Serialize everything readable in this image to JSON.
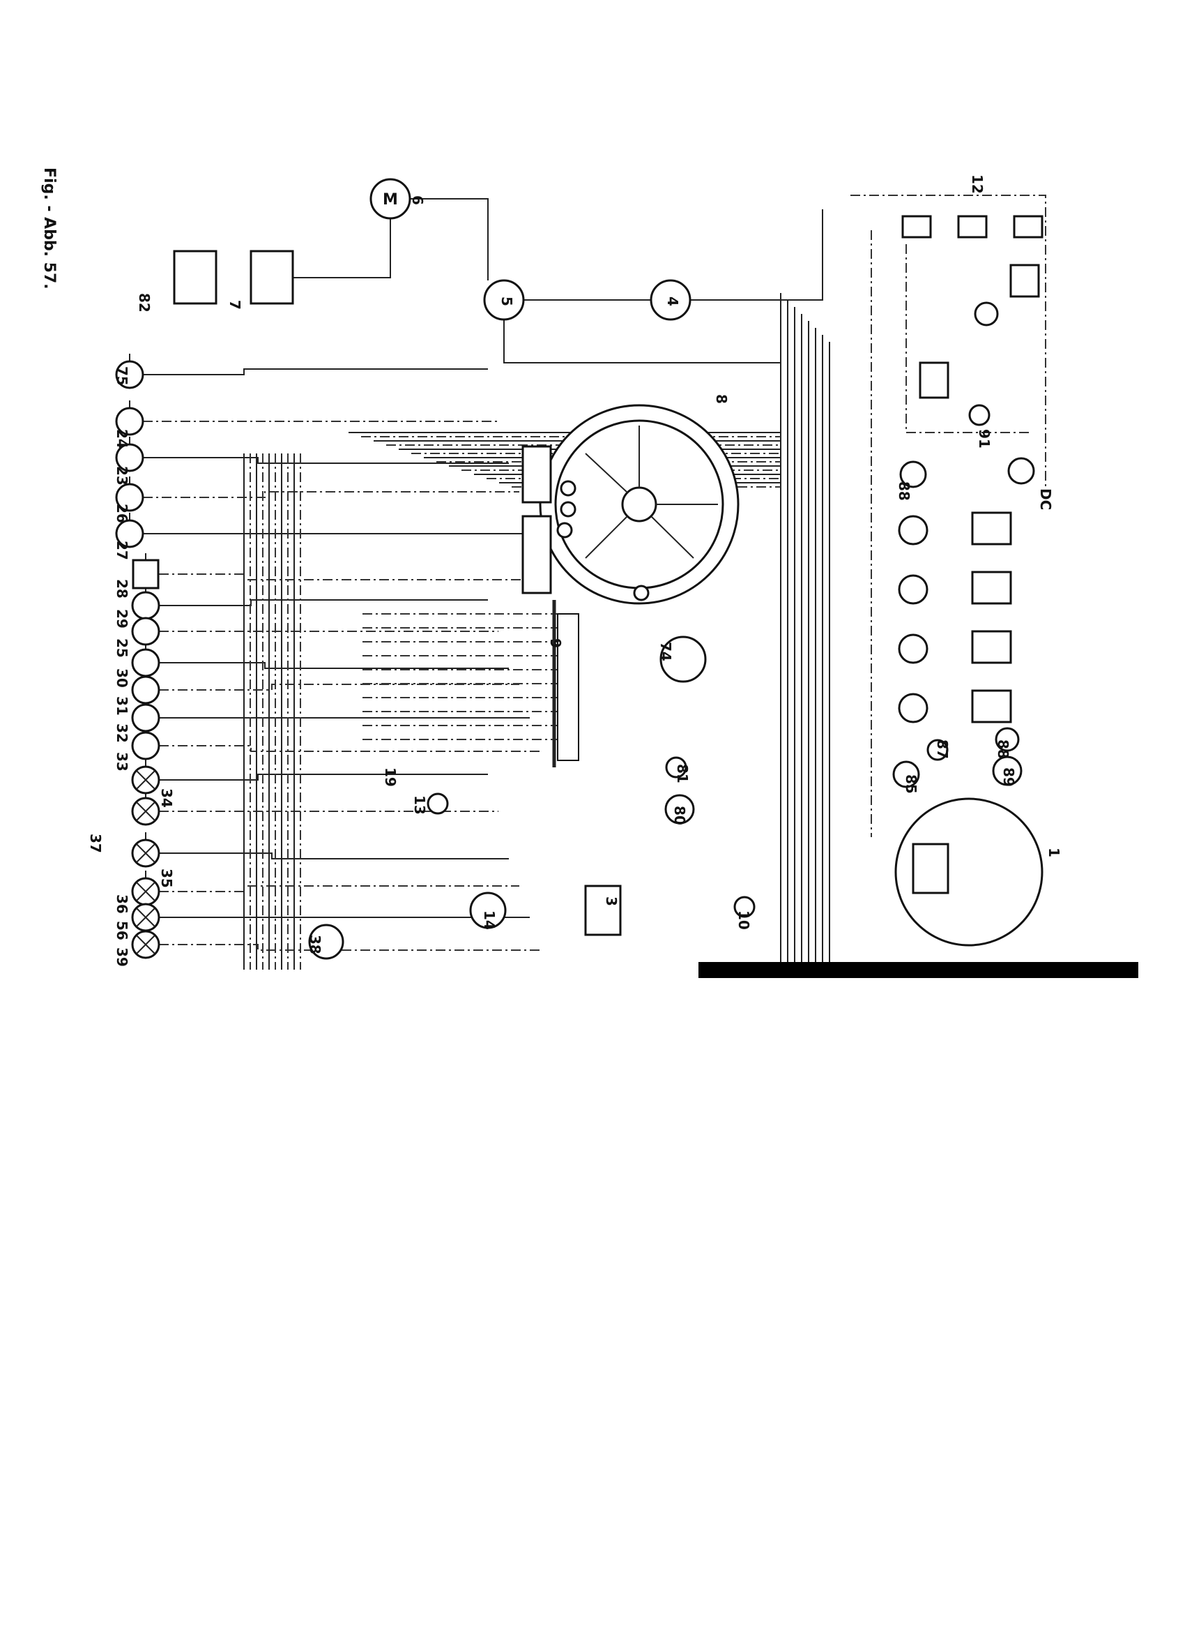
{
  "caption": "Fig. - Abb. 57.",
  "labels": {
    "c6": "6",
    "c82": "82",
    "c7": "7",
    "c5": "5",
    "c4": "4",
    "c8": "8",
    "c12": "12",
    "c91": "91",
    "cDC": "DC",
    "c88a": "88",
    "c75": "75",
    "c24": "24",
    "c23": "23",
    "c26": "26",
    "c27": "27",
    "c28": "28",
    "c29": "29",
    "c25": "25",
    "c30": "30",
    "c31": "31",
    "c32": "32",
    "c33": "33",
    "c34": "34",
    "c37": "37",
    "c35": "35",
    "c36": "36",
    "c56": "56",
    "c39": "39",
    "c38": "38",
    "c13": "13",
    "c19": "19",
    "c14": "14",
    "c3": "3",
    "c10": "10",
    "c74": "74",
    "c81": "81",
    "c80": "80",
    "c85": "85",
    "c87": "87",
    "c88": "88",
    "c89": "89",
    "c1": "1",
    "c9": "9",
    "motor": "M"
  }
}
